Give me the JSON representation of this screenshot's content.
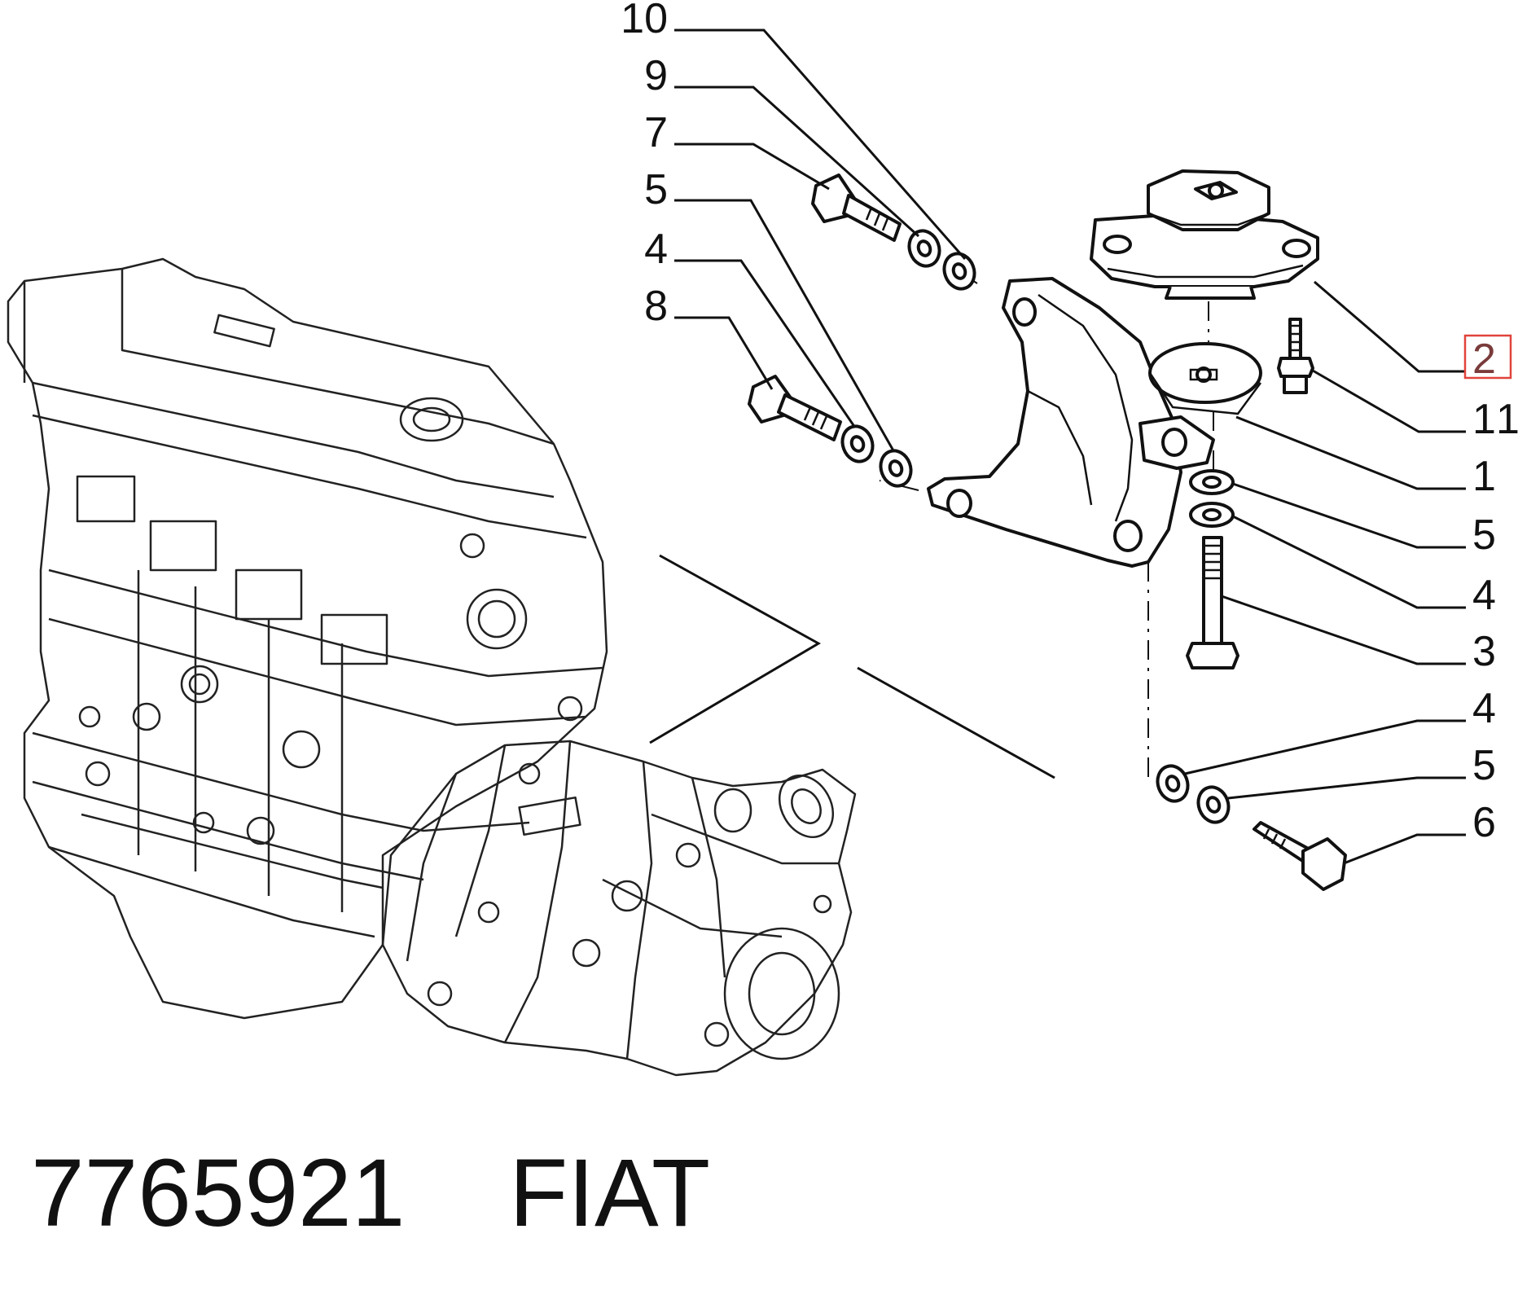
{
  "callouts": {
    "c10": "10",
    "c9": "9",
    "c7": "7",
    "c5_left": "5",
    "c4_left": "4",
    "c8": "8",
    "c2": "2",
    "c11": "11",
    "c1": "1",
    "c5_right_upper": "5",
    "c4_right_upper": "4",
    "c3": "3",
    "c4_right_lower": "4",
    "c5_right_lower": "5",
    "c6": "6"
  },
  "highlighted_callout": "2",
  "caption": {
    "part_number": "7765921",
    "brand": "FIAT"
  },
  "colors": {
    "line": "#111111",
    "highlight_box": "#e0433b",
    "background": "#ffffff"
  }
}
